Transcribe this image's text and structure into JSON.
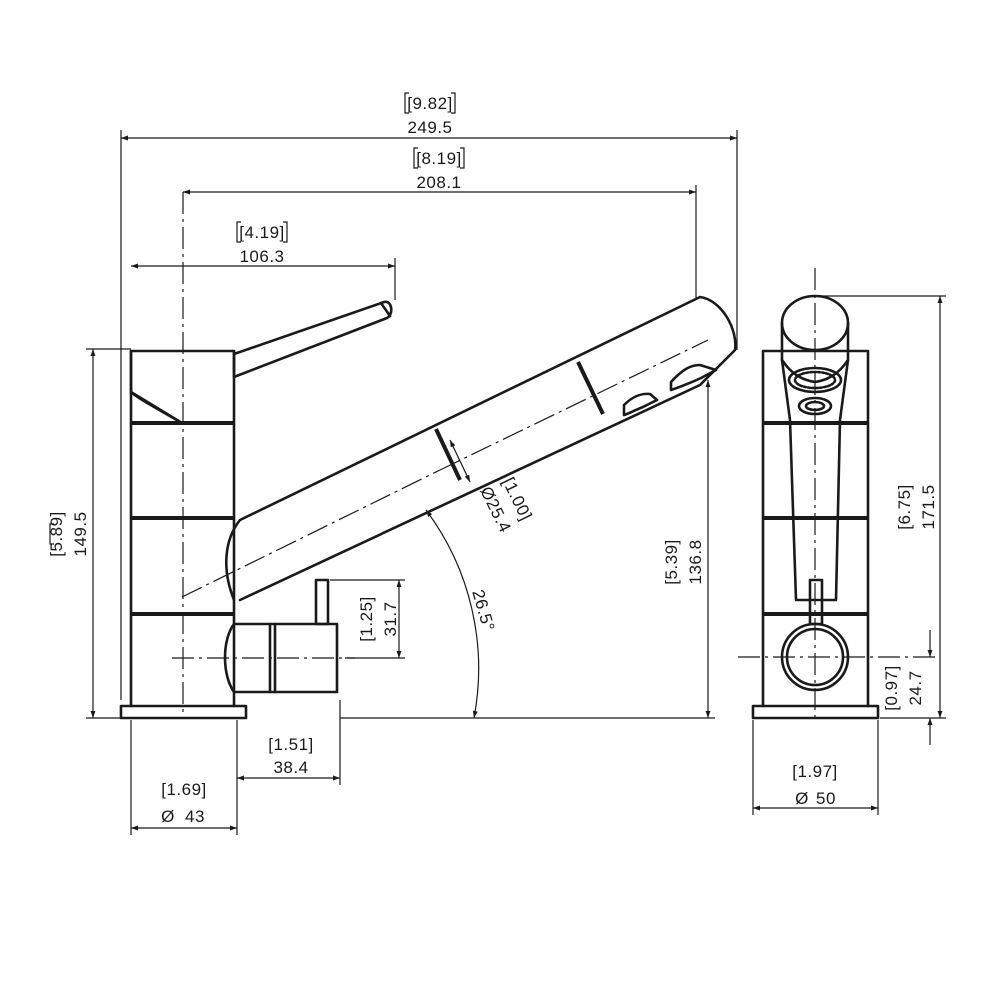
{
  "side_view": {
    "overall_length": {
      "inch": "9.82",
      "mm": "249.5"
    },
    "spout_reach": {
      "inch": "8.19",
      "mm": "208.1"
    },
    "lever_reach": {
      "inch": "4.19",
      "mm": "106.3"
    },
    "total_height": {
      "inch": "5.89",
      "mm": "149.5"
    },
    "spout_height": {
      "inch": "5.39",
      "mm": "136.8"
    },
    "spout_diameter": {
      "inch": "1.00",
      "mm": "Ø25.4"
    },
    "spout_angle": "26.5°",
    "valve_height": {
      "inch": "1.25",
      "mm": "31.7"
    },
    "valve_offset": {
      "inch": "1.51",
      "mm": "38.4"
    },
    "base_diameter": {
      "inch": "1.69",
      "mm": "43"
    }
  },
  "front_view": {
    "overall_height": {
      "inch": "6.75",
      "mm": "171.5"
    },
    "valve_center_height": {
      "inch": "0.97",
      "mm": "24.7"
    },
    "base_diameter": {
      "inch": "1.97",
      "mm": "50"
    }
  },
  "symbols": {
    "diameter": "Ø"
  }
}
